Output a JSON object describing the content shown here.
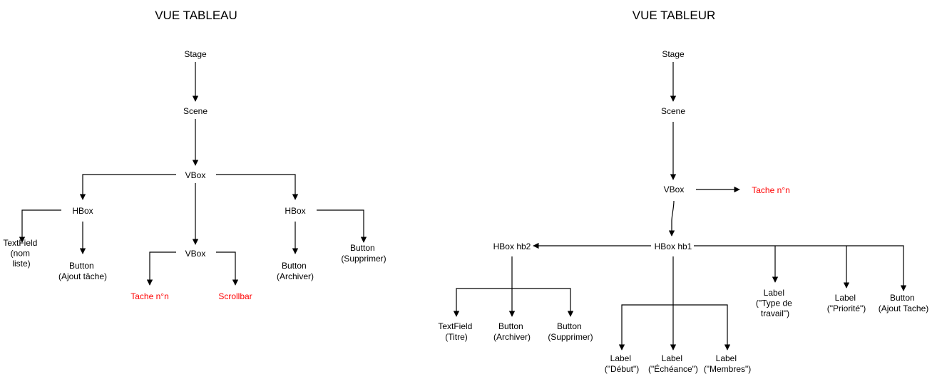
{
  "diagrams": [
    {
      "title": "VUE TABLEAU",
      "nodes": {
        "stage": [
          "Stage"
        ],
        "scene": [
          "Scene"
        ],
        "vbox": [
          "VBox"
        ],
        "hbox_left": [
          "HBox"
        ],
        "textfield": [
          "TextField",
          "(nom",
          "liste)"
        ],
        "button_ajout": [
          "Button",
          "(Ajout tâche)"
        ],
        "vbox_inner": [
          "VBox"
        ],
        "tache": [
          "Tache n°n"
        ],
        "scrollbar": [
          "Scrollbar"
        ],
        "hbox_right": [
          "HBox"
        ],
        "button_archiver": [
          "Button",
          "(Archiver)"
        ],
        "button_supprimer": [
          "Button",
          "(Supprimer)"
        ]
      }
    },
    {
      "title": "VUE TABLEUR",
      "nodes": {
        "stage": [
          "Stage"
        ],
        "scene": [
          "Scene"
        ],
        "vbox": [
          "VBox"
        ],
        "tache": [
          "Tache n°n"
        ],
        "hbox_hb1": [
          "HBox hb1"
        ],
        "hbox_hb2": [
          "HBox hb2"
        ],
        "textfield_titre": [
          "TextField",
          "(Titre)"
        ],
        "button_archiver": [
          "Button",
          "(Archiver)"
        ],
        "button_supprimer": [
          "Button",
          "(Supprimer)"
        ],
        "label_debut": [
          "Label",
          "(\"Début\")"
        ],
        "label_echeance": [
          "Label",
          "(\"Échéance\")"
        ],
        "label_membres": [
          "Label",
          "(\"Membres\")"
        ],
        "label_type": [
          "Label",
          "(\"Type de",
          "travail\")"
        ],
        "label_priorite": [
          "Label",
          "(\"Priorité\")"
        ],
        "button_ajout_tache": [
          "Button",
          "(Ajout Tache)"
        ]
      }
    }
  ],
  "colors": {
    "text": "#000000",
    "highlight": "#ff0000",
    "edge": "#000000"
  }
}
